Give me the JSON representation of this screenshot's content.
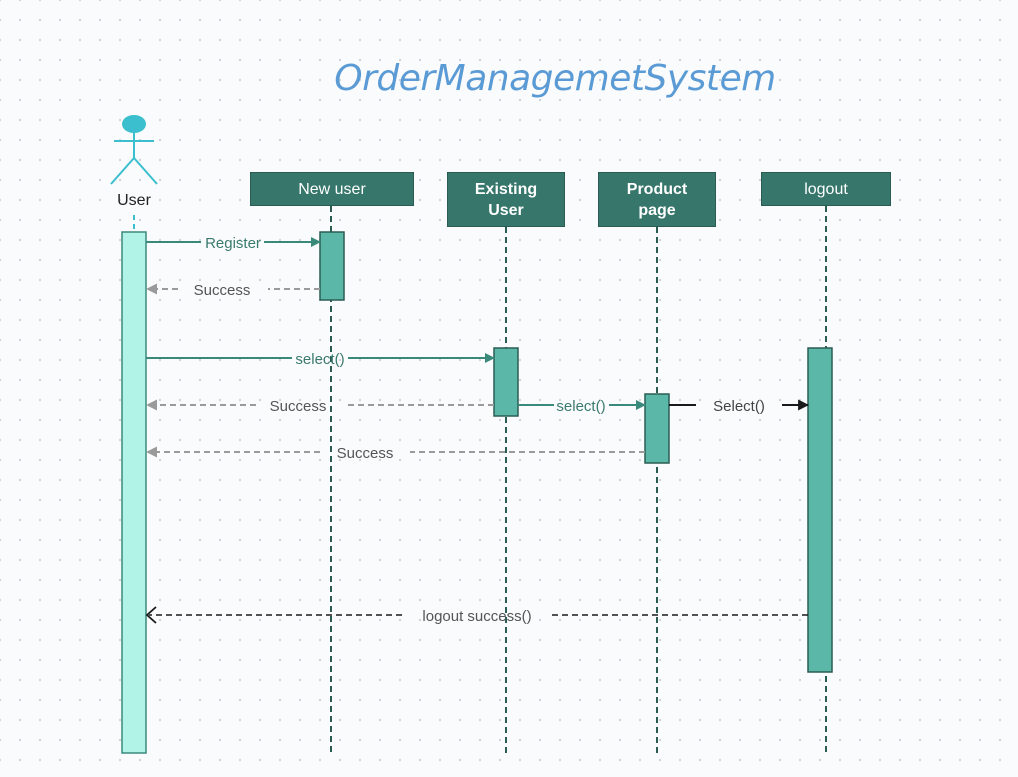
{
  "title": "OrderManagemetSystem",
  "actor": {
    "label": "User"
  },
  "lifelines": {
    "new_user": "New user",
    "existing_user_line1": "Existing",
    "existing_user_line2": "User",
    "product_page_line1": "Product",
    "product_page_line2": "page",
    "logout": "logout"
  },
  "messages": {
    "register": "Register",
    "success_new_user": "Success",
    "select_existing": "select()",
    "success_existing": "Success",
    "select_product": "select()",
    "select_logout": "Select()",
    "success_product": "Success",
    "logout_success": "logout success()"
  },
  "colors": {
    "title": "#5b9bd5",
    "header_fill": "#36766b",
    "activation_fill": "#5bb8a8",
    "user_activation_fill": "#b2f3e8",
    "message_teal": "#3a8a7c",
    "return_gray": "#9a9a9a",
    "actor": "#3bbfcf"
  }
}
